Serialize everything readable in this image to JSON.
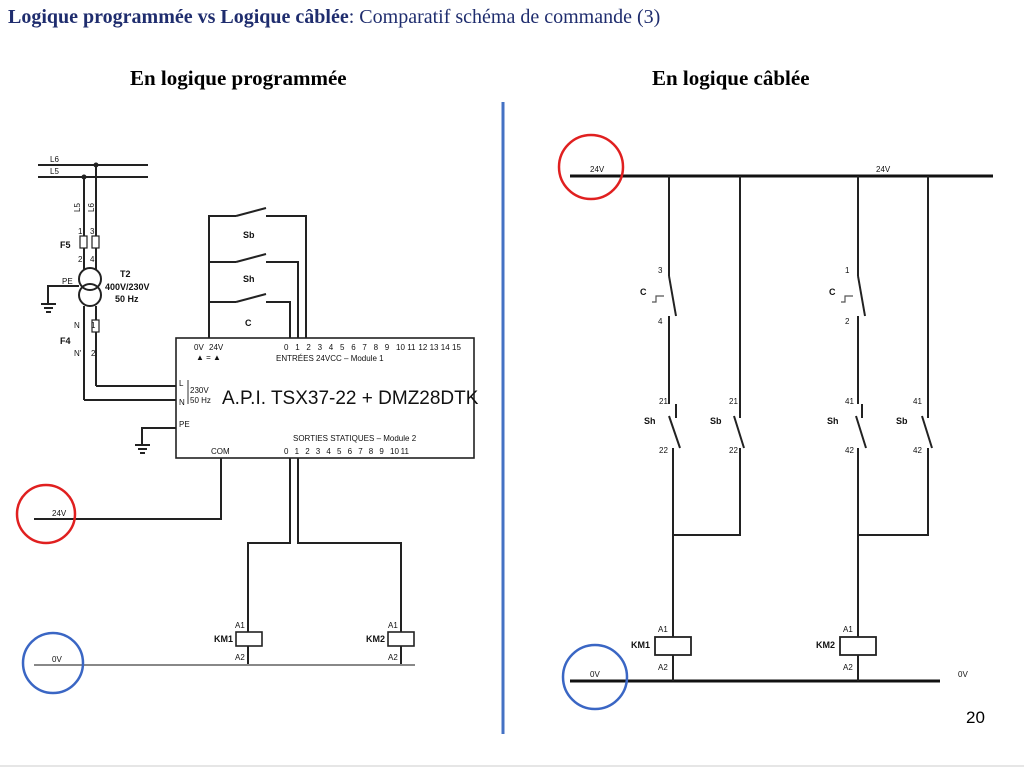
{
  "title": {
    "bold": "Logique programmée vs Logique câblée",
    "rest": ": Comparatif schéma de commande (3)"
  },
  "left_heading": "En logique programmée",
  "right_heading": "En logique câblée",
  "page_number": "20",
  "colors": {
    "title": "#1f2d6e",
    "divider": "#4472c4",
    "circle_24v": "#e02020",
    "circle_0v": "#3a66c4"
  },
  "left": {
    "lines": {
      "l6": "L6",
      "l5": "L5",
      "v24": "24V",
      "v0": "0V"
    },
    "supply_labels": {
      "l5": "L5",
      "l6": "L6"
    },
    "fuses": {
      "f5": "F5",
      "f4": "F4",
      "t1": "1",
      "t3": "3",
      "t2": "2",
      "t4": "4",
      "n1": "1",
      "n2": "2",
      "n": "N",
      "n2lab": "N'"
    },
    "transformer": {
      "name": "T2",
      "rating": "400V/230V",
      "freq": "50 Hz",
      "pe": "PE"
    },
    "buttons": {
      "sb": "Sb",
      "sh": "Sh",
      "c": "C"
    },
    "plc": {
      "name": "A.P.I. TSX37-22 + DMZ28DTK",
      "supply_0v": "0V",
      "supply_24v": "24V",
      "inputs_title": "ENTRÉES 24VCC – Module 1",
      "input_numbers": [
        "0",
        "1",
        "2",
        "3",
        "4",
        "5",
        "6",
        "7",
        "8",
        "9",
        "10",
        "11",
        "12",
        "13",
        "14",
        "15"
      ],
      "outputs_title": "SORTIES STATIQUES – Module 2",
      "output_numbers": [
        "0",
        "1",
        "2",
        "3",
        "4",
        "5",
        "6",
        "7",
        "8",
        "9",
        "10",
        "11"
      ],
      "com": "COM",
      "l": "L",
      "n": "N",
      "pe": "PE",
      "power": "230V",
      "power_freq": "50 Hz"
    },
    "coils": [
      {
        "name": "KM1",
        "a1": "A1",
        "a2": "A2"
      },
      {
        "name": "KM2",
        "a1": "A1",
        "a2": "A2"
      }
    ]
  },
  "right": {
    "v24_left": "24V",
    "v24_right": "24V",
    "v0_left": "0V",
    "v0_right": "0V",
    "branches": [
      {
        "c": "C",
        "c_top": "3",
        "c_bottom": "4",
        "sh": "Sh",
        "sh_top": "21",
        "sh_bottom": "22",
        "sb": "Sb",
        "sb_top": "21",
        "sb_bottom": "22",
        "coil": "KM1",
        "a1": "A1",
        "a2": "A2"
      },
      {
        "c": "C",
        "c_top": "1",
        "c_bottom": "2",
        "sh": "Sh",
        "sh_top": "41",
        "sh_bottom": "42",
        "sb": "Sb",
        "sb_top": "41",
        "sb_bottom": "42",
        "coil": "KM2",
        "a1": "A1",
        "a2": "A2"
      }
    ]
  }
}
